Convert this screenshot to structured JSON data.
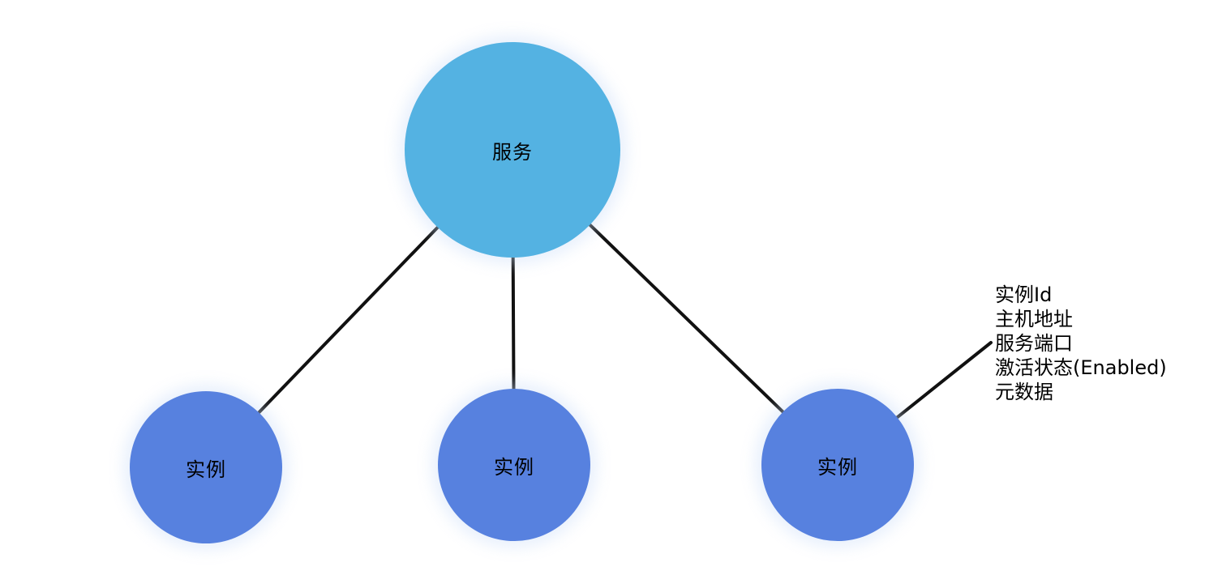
{
  "diagram": {
    "service_node": {
      "label": "服务"
    },
    "instance_nodes": [
      {
        "label": "实例"
      },
      {
        "label": "实例"
      },
      {
        "label": "实例"
      }
    ],
    "annotation": {
      "lines": [
        "实例Id",
        "主机地址",
        "服务端口",
        "激活状态(Enabled)",
        "元数据"
      ]
    },
    "edges": [
      {
        "from": "service",
        "to": "instance-1"
      },
      {
        "from": "service",
        "to": "instance-2"
      },
      {
        "from": "service",
        "to": "instance-3"
      },
      {
        "from": "instance-3",
        "to": "annotation"
      }
    ]
  },
  "colors": {
    "service_fill": "#54B2E2",
    "instance_fill": "#5781DF",
    "edge_color": "#111111",
    "text_color": "#000000",
    "canvas_bg": "#FFFFFF"
  }
}
